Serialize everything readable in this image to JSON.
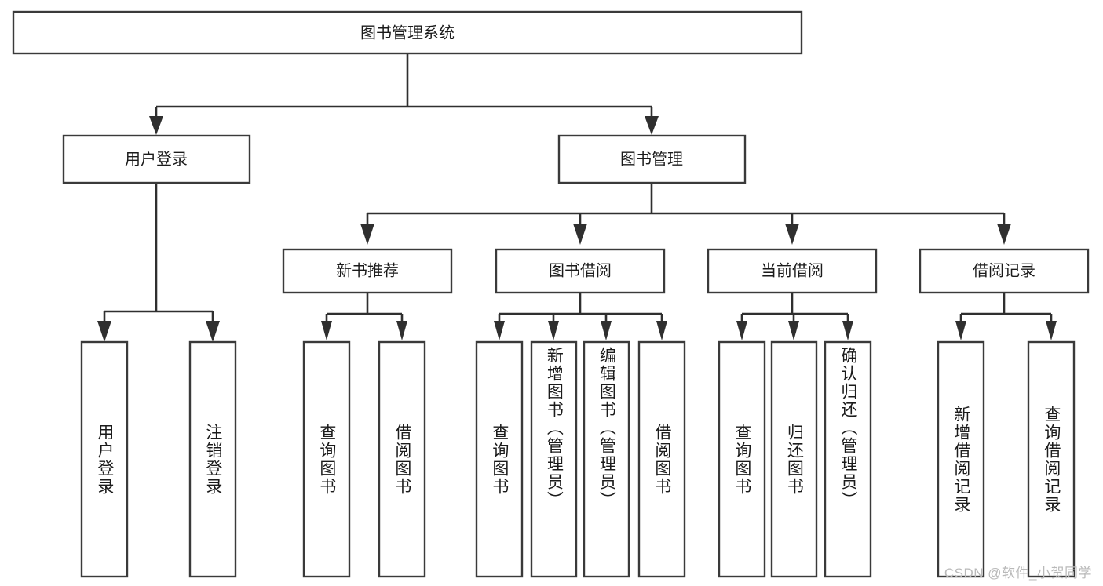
{
  "diagram": {
    "title": "图书管理系统",
    "type": "tree-hierarchy-chart",
    "stroke_color": "#2f2f2f",
    "box_fill": "#ffffff",
    "text_color": "#1b1b1b",
    "root": {
      "label": "图书管理系统"
    },
    "level2": [
      {
        "label": "用户登录"
      },
      {
        "label": "图书管理"
      }
    ],
    "level3": [
      {
        "label": "新书推荐"
      },
      {
        "label": "图书借阅"
      },
      {
        "label": "当前借阅"
      },
      {
        "label": "借阅记录"
      }
    ],
    "leaves": [
      {
        "label": "用户登录",
        "parent": "用户登录"
      },
      {
        "label": "注销登录",
        "parent": "用户登录"
      },
      {
        "label": "查询图书",
        "parent": "新书推荐"
      },
      {
        "label": "借阅图书",
        "parent": "新书推荐"
      },
      {
        "label": "查询图书",
        "parent": "图书借阅"
      },
      {
        "label": "新增图书（管理员）",
        "parent": "图书借阅"
      },
      {
        "label": "编辑图书（管理员）",
        "parent": "图书借阅"
      },
      {
        "label": "借阅图书",
        "parent": "图书借阅"
      },
      {
        "label": "查询图书",
        "parent": "当前借阅"
      },
      {
        "label": "归还图书",
        "parent": "当前借阅"
      },
      {
        "label": "确认归还（管理员）",
        "parent": "当前借阅"
      },
      {
        "label": "新增借阅记录",
        "parent": "借阅记录"
      },
      {
        "label": "查询借阅记录",
        "parent": "借阅记录"
      }
    ],
    "watermark": "CSDN @软件_小贺同学"
  }
}
